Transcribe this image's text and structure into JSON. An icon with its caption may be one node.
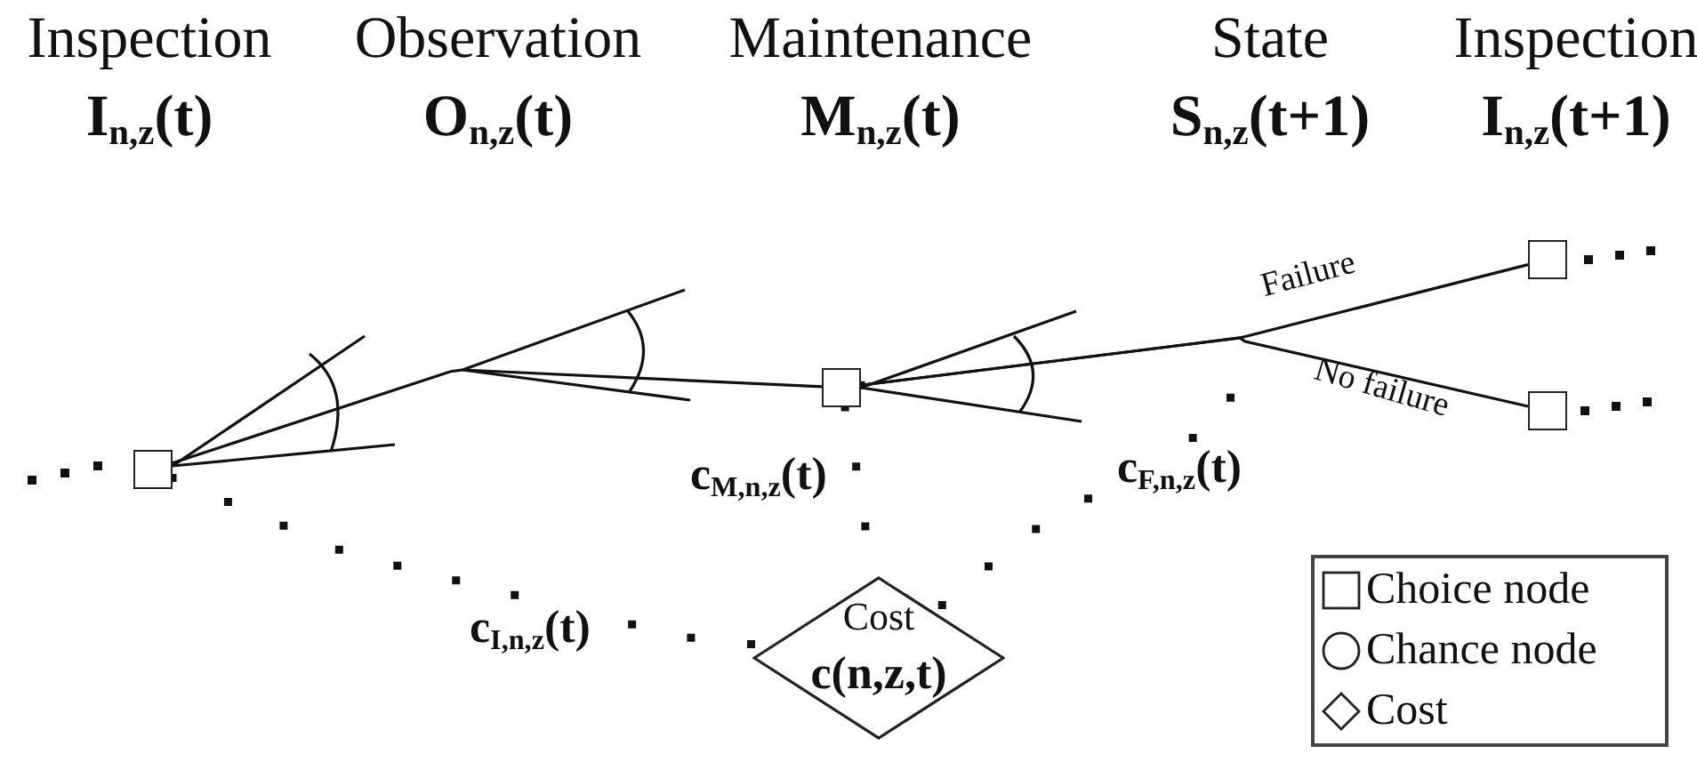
{
  "diagram": {
    "nodes": [
      {
        "text": [],
        "shape": "box"
      },
      {
        "text": [],
        "shape": "box"
      },
      {
        "text": [],
        "shape": "box"
      },
      {
        "text": [],
        "shape": "box"
      },
      {
        "text": [
          "Cost",
          "c(n,z,t)"
        ]
      }
    ],
    "edges": [
      {
        "from": 0,
        "to": 1,
        "arrow": "none"
      },
      {
        "from": 1,
        "to": 2,
        "arrow": "none",
        "label": "Failure"
      },
      {
        "from": 1,
        "to": 3,
        "arrow": "none",
        "label": "No failure"
      },
      {
        "from": 0,
        "to": 4,
        "arrow": "none",
        "style": "dashed",
        "label": "c$_{I,n,z}$(t)"
      },
      {
        "from": 1,
        "to": 4,
        "arrow": "none",
        "style": "dashed",
        "label": "c$_{M,n,z}$(t)"
      },
      {
        "from": 1,
        "to": 4,
        "arrow": "none",
        "style": "dashed",
        "label": "c$_{F,n,z}$(t)"
      }
    ],
    "labels": [
      "Inspection",
      "Observation",
      "Maintenance",
      "State",
      "Inspection",
      "I$_{n,z}$(t)",
      "O$_{n,z}$(t)",
      "M$_{n,z}$(t)",
      "S$_{n,z}$(t+1)",
      "I$_{n,z}$(t+1)"
    ],
    "legend": [
      {
        "text": "Choice node"
      },
      {
        "text": "Chance node"
      },
      {
        "text": "Cost"
      }
    ]
  }
}
